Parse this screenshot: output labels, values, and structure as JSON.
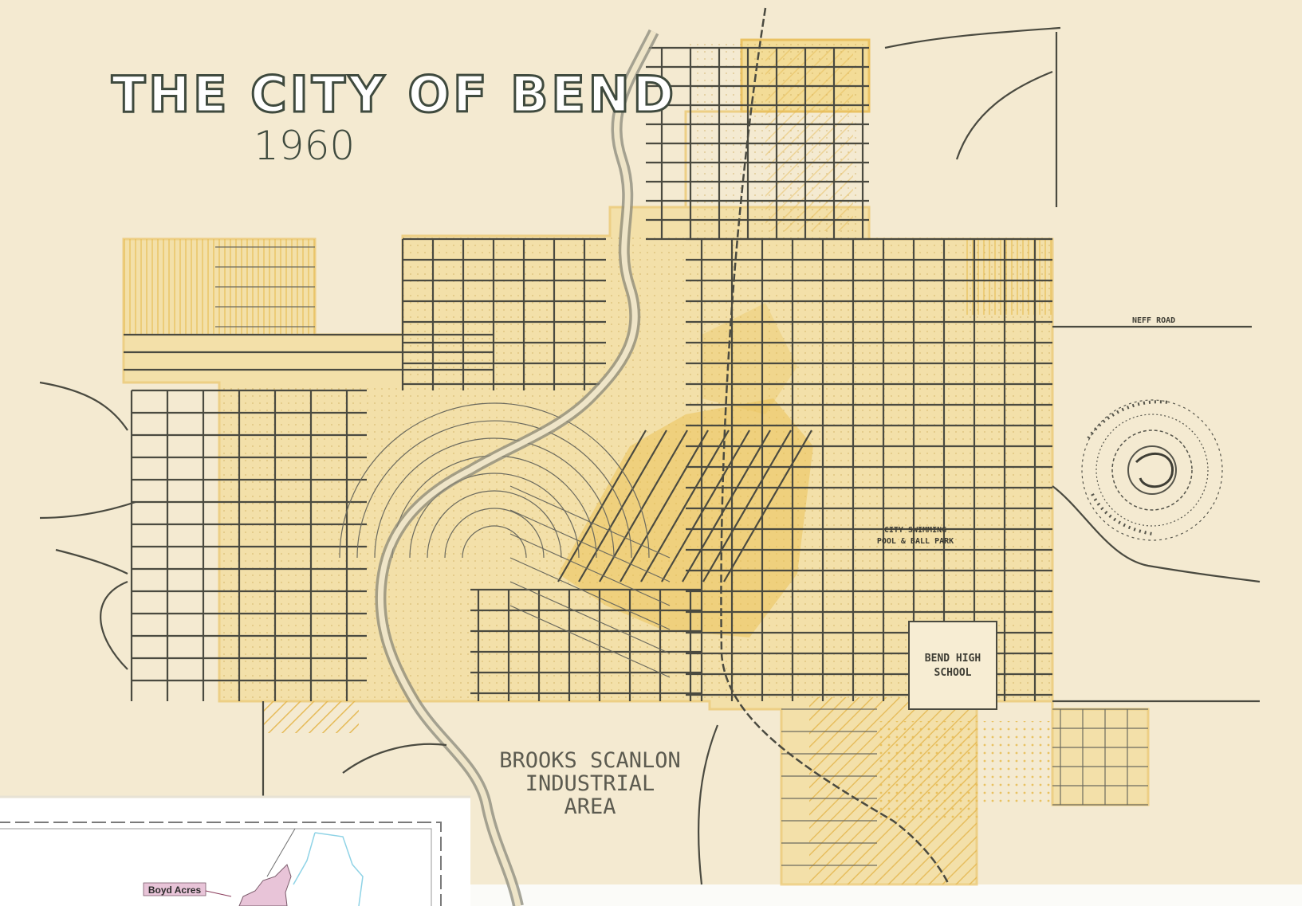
{
  "map": {
    "title": "THE CITY OF BEND",
    "year": "1960",
    "labels": {
      "industrial_line1": "BROOKS SCANLON",
      "industrial_line2": "INDUSTRIAL",
      "industrial_line3": "AREA",
      "high_school_line1": "BEND HIGH",
      "high_school_line2": "SCHOOL",
      "neff_road": "NEFF ROAD",
      "city_park_line1": "CITY SWIMMING",
      "city_park_line2": "POOL & BALL PARK"
    },
    "colors": {
      "paper": "#f4ead1",
      "city_fill": "#f3d98a",
      "core_fill": "#ebc35a",
      "street": "#4a4a40",
      "title": "#3f4a3e"
    }
  },
  "inset": {
    "label": "Boyd Acres",
    "colors": {
      "background": "#ffffff",
      "border": "#7a7a7a",
      "boundary": "#8fd3e6",
      "highlight": "#e8c4d8"
    }
  }
}
